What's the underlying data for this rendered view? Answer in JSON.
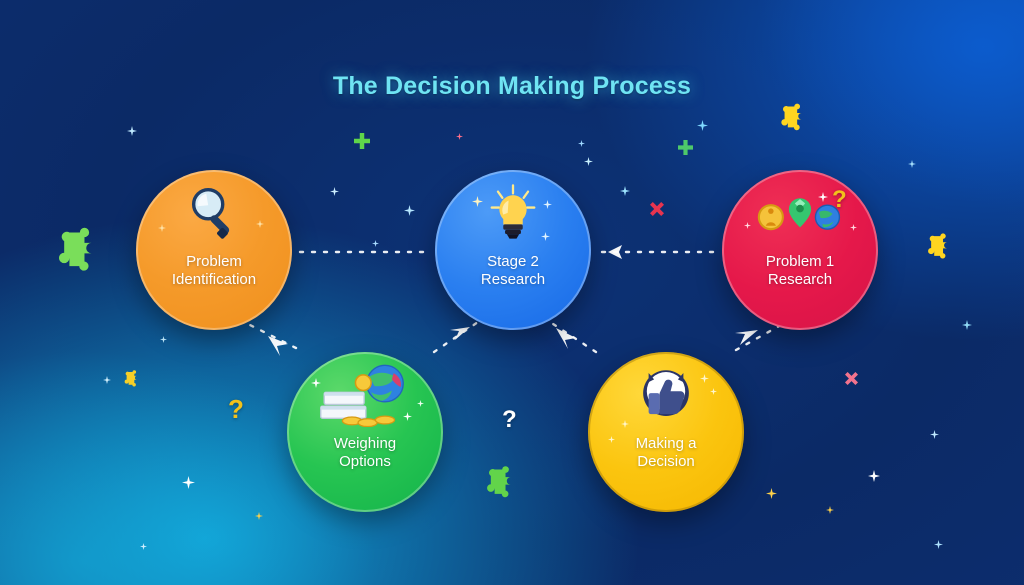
{
  "title": "The Decision Making Process",
  "colors": {
    "title": "#6fe4f3",
    "node_orange": "#f59a2a",
    "node_blue": "#2a7ff0",
    "node_red": "#e5184a",
    "node_green": "#27c552",
    "node_yellow": "#fbc50f",
    "connector": "#ffffff",
    "puzzle_green": "#7ade5a",
    "puzzle_yellow": "#ffd520",
    "question_yellow": "#f2c11b",
    "question_white": "#ffffff",
    "background_top_right": "#0b52c0",
    "background_bottom_left": "#119ed1",
    "background_center": "#0d3580"
  },
  "nodes": [
    {
      "id": "problem-identification",
      "label": "Problem\nIdentification",
      "icon": "magnifying-glass-icon",
      "color": "#f59a2a",
      "position": "top-left"
    },
    {
      "id": "stage-2-research",
      "label": "Stage 2\nResearch",
      "icon": "lightbulb-icon",
      "color": "#2a7ff0",
      "position": "top-center"
    },
    {
      "id": "problem-1-research",
      "label": "Problem 1\nResearch",
      "icon": "research-cluster-icon",
      "color": "#e5184a",
      "position": "top-right"
    },
    {
      "id": "weighing-options",
      "label": "Weighing\nOptions",
      "icon": "books-globe-coins-icon",
      "color": "#27c552",
      "position": "bottom-left"
    },
    {
      "id": "making-a-decision",
      "label": "Making a\nDecision",
      "icon": "thumbs-up-icon",
      "color": "#fbc50f",
      "position": "bottom-right"
    }
  ],
  "connectors": [
    {
      "id": "orange-to-blue",
      "style": "dashed",
      "arrow": "none"
    },
    {
      "id": "blue-to-red",
      "style": "dashed",
      "arrow": "left"
    },
    {
      "id": "green-to-orange",
      "style": "dashed",
      "arrow": "up-left"
    },
    {
      "id": "green-to-blue",
      "style": "dashed",
      "arrow": "up-right"
    },
    {
      "id": "yellow-to-blue",
      "style": "dashed",
      "arrow": "up-left"
    },
    {
      "id": "yellow-to-red",
      "style": "dashed",
      "arrow": "up-right"
    }
  ],
  "decorations": {
    "question_marks": [
      {
        "id": "qm-left",
        "text": "?",
        "color": "#f2c11b"
      },
      {
        "id": "qm-center",
        "text": "?",
        "color": "#ffffff"
      },
      {
        "id": "qm-red-node",
        "text": "?",
        "color": "#f2c11b"
      }
    ],
    "puzzle_pieces": [
      {
        "id": "puzzle-left-green",
        "color": "#7ade5a"
      },
      {
        "id": "puzzle-center-green",
        "color": "#62d44a"
      },
      {
        "id": "puzzle-top-right-yellow",
        "color": "#ffd520"
      },
      {
        "id": "puzzle-right-yellow",
        "color": "#ffd520"
      },
      {
        "id": "puzzle-small-left-yellow",
        "color": "#f5cf28"
      },
      {
        "id": "puzzle-small-mid-green",
        "color": "#5fbf3c"
      }
    ]
  }
}
